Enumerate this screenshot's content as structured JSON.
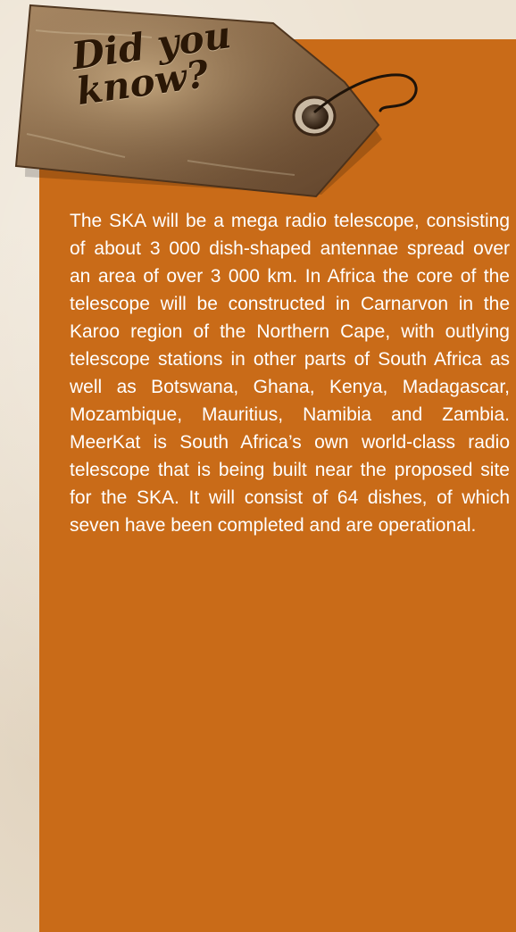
{
  "tag": {
    "line1": "Did you",
    "line2": "know?"
  },
  "body": {
    "text": "The SKA will be a mega radio telescope, consisting of about 3 000 dish-shaped antennae spread over an area of over 3 000 km. In Africa the core of the telescope will be constructed in Carnarvon in the Karoo region of the Northern Cape, with outlying telescope stations in other parts of South Africa as well as Botswana, Ghana, Kenya, Madagascar, Mozambique, Mauritius, Namibia and Zambia. MeerKat is South Africa’s own world-class radio telescope that is being built near the proposed site for the SKA. It will consist of 64 dishes, of which seven have been completed and are operational."
  },
  "colors": {
    "panel": "#c96b18",
    "background": "#ede3d3",
    "tag_paper": "#8a6a48",
    "title_ink": "#2a1706",
    "body_text": "#ffffff"
  }
}
